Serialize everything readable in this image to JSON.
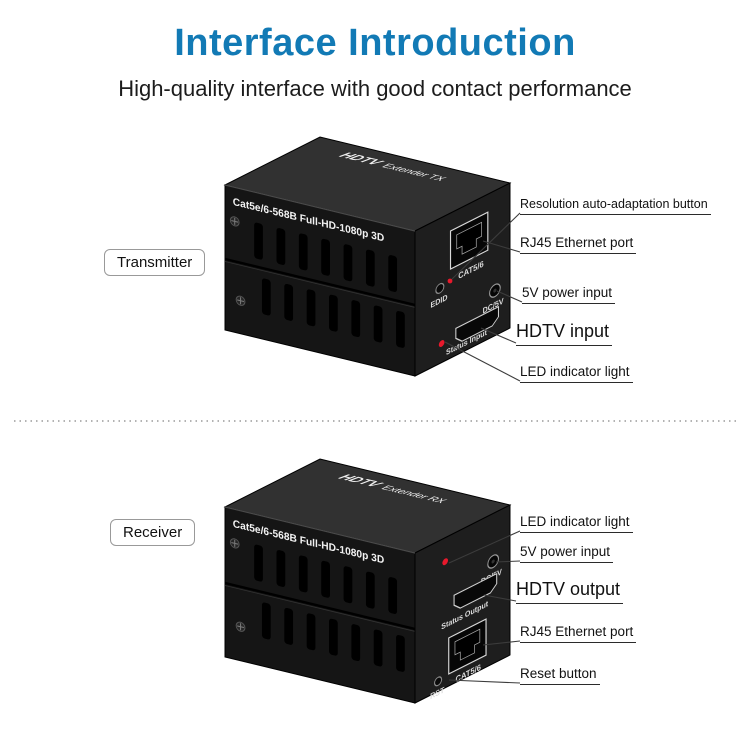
{
  "header": {
    "title": "Interface Introduction",
    "subtitle": "High-quality interface with good contact performance"
  },
  "colors": {
    "title_blue": "#127ab5",
    "device_black": "#151515",
    "led_red": "#e8192c",
    "callout_line": "#3c3c3c"
  },
  "transmitter": {
    "tag": "Transmitter",
    "top_brand": "HDTV",
    "top_model": "Extender TX",
    "front_text": "Cat5e/6-568B Full-HD-1080p 3D",
    "ports": {
      "rj45_label": "CAT5/6",
      "edid_label": "EDID",
      "power_label": "DC/5V",
      "hdmi_label": "Status Input"
    },
    "callouts": [
      {
        "label": "Resolution auto-adaptation button"
      },
      {
        "label": "RJ45 Ethernet port"
      },
      {
        "label": "5V power input"
      },
      {
        "label": "HDTV input"
      },
      {
        "label": "LED indicator light"
      }
    ]
  },
  "receiver": {
    "tag": "Receiver",
    "top_brand": "HDTV",
    "top_model": "Extender RX",
    "front_text": "Cat5e/6-568B Full-HD-1080p 3D",
    "ports": {
      "rj45_label": "CAT5/6",
      "reset_label": "RST",
      "power_label": "DC/5V",
      "hdmi_label": "Status Output"
    },
    "callouts": [
      {
        "label": "LED indicator light"
      },
      {
        "label": "5V power input"
      },
      {
        "label": "HDTV output"
      },
      {
        "label": "RJ45 Ethernet port"
      },
      {
        "label": "Reset button"
      }
    ]
  }
}
